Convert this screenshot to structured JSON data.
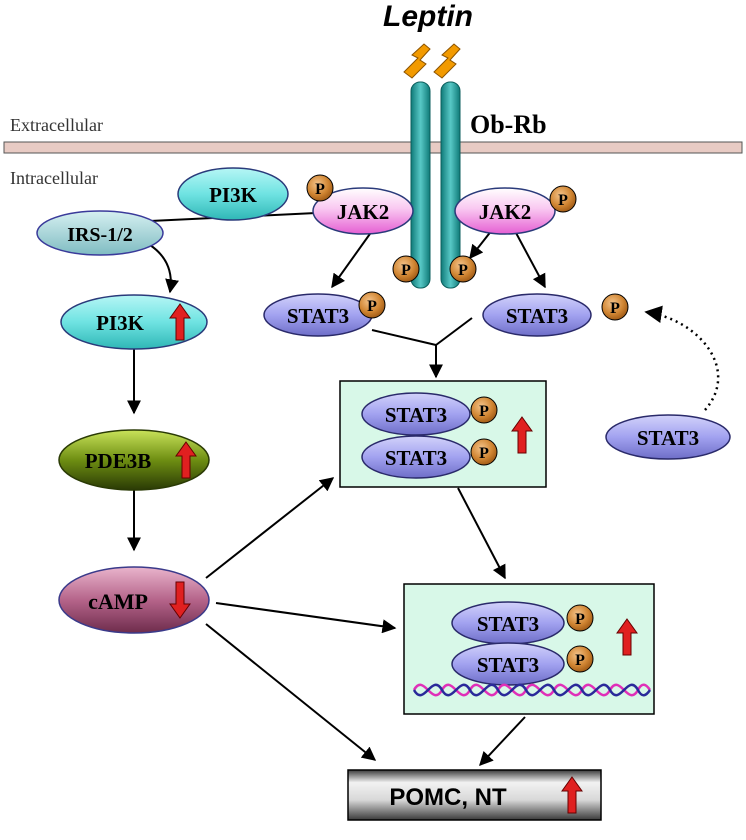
{
  "title": "Leptin",
  "receptor": "Ob-Rb",
  "regions": {
    "extracellular": "Extracellular",
    "intracellular": "Intracellular"
  },
  "nodes": {
    "pi3k_top": "PI3K",
    "irs": "IRS-1/2",
    "jak2_left": "JAK2",
    "jak2_right": "JAK2",
    "pi3k_mid": "PI3K",
    "pde3b": "PDE3B",
    "camp": "cAMP",
    "stat3_left": "STAT3",
    "stat3_right": "STAT3",
    "stat3_free": "STAT3",
    "dimer1_top": "STAT3",
    "dimer1_bottom": "STAT3",
    "dimer2_top": "STAT3",
    "dimer2_bottom": "STAT3",
    "output": "POMC, NT"
  },
  "phospho_label": "P",
  "colors": {
    "membrane": "#E8CBC4",
    "receptor": "#1E9C9A",
    "leptin": "#F29A00",
    "pi3k": "#6FE3E2",
    "irs": "#A9D7DB",
    "jak2": "#F27FE0",
    "stat3": "#9E9EF0",
    "phospho": "#C87A2A",
    "pde3b": "#6A8A10",
    "camp": "#B5648A",
    "boxfill": "#D8F8E8",
    "arrow_red": "#E02020"
  }
}
